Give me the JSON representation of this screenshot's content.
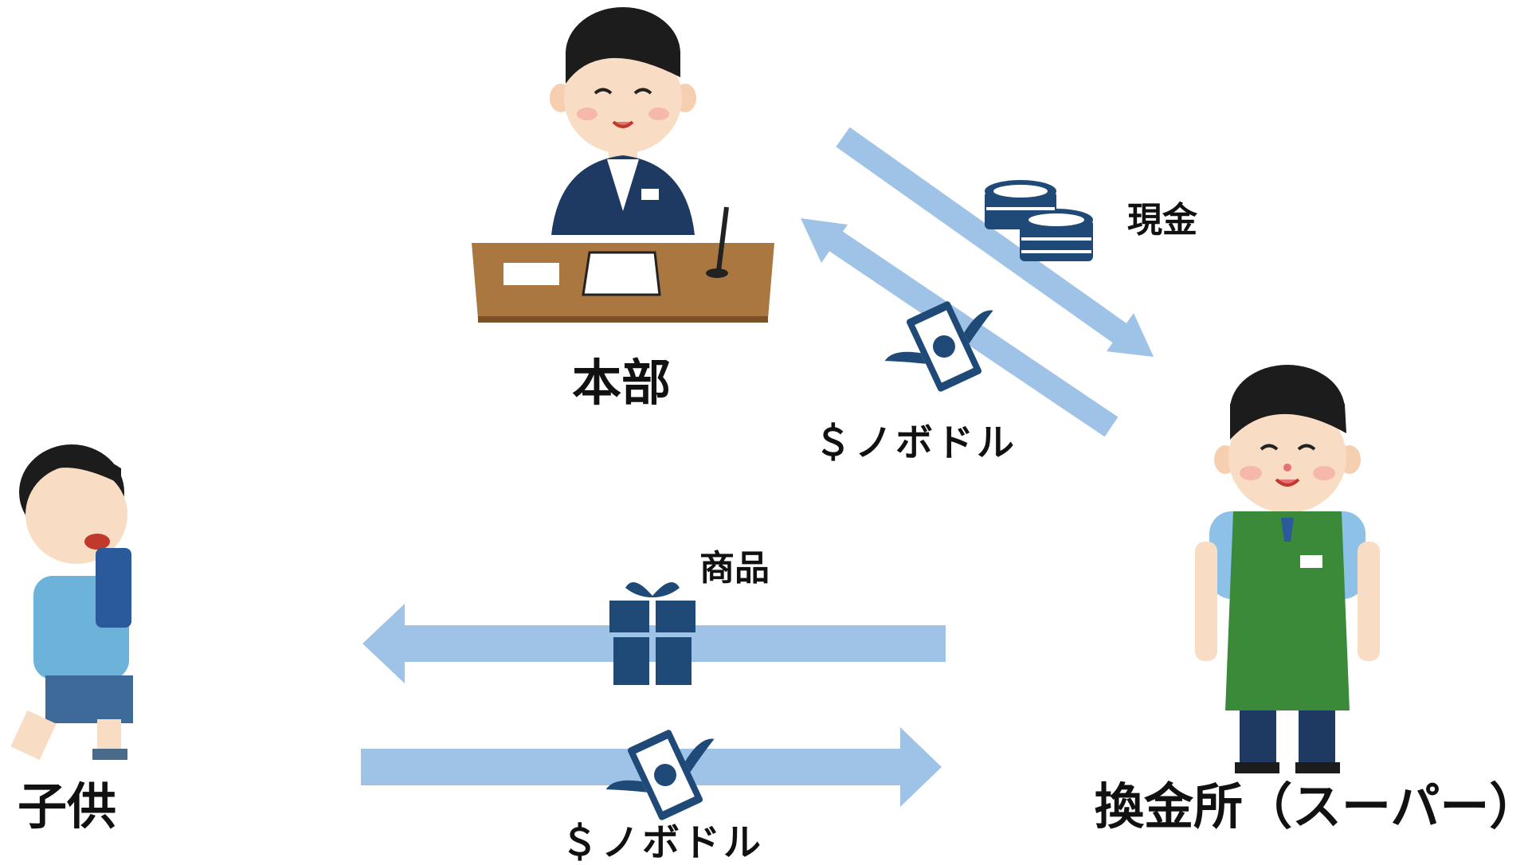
{
  "nodes": {
    "headquarters": "本部",
    "child": "子供",
    "exchange": "換金所（スーパー）"
  },
  "flows": {
    "cash": "現金",
    "goods": "商品",
    "nobodol_top": "＄ノボドル",
    "nobodol_bottom": "＄ノボドル"
  },
  "colors": {
    "arrow": "#9fc3e6",
    "icon": "#1f4a78",
    "apron": "#3a8a3a",
    "desk": "#a9773f",
    "suit": "#1f3a62"
  }
}
